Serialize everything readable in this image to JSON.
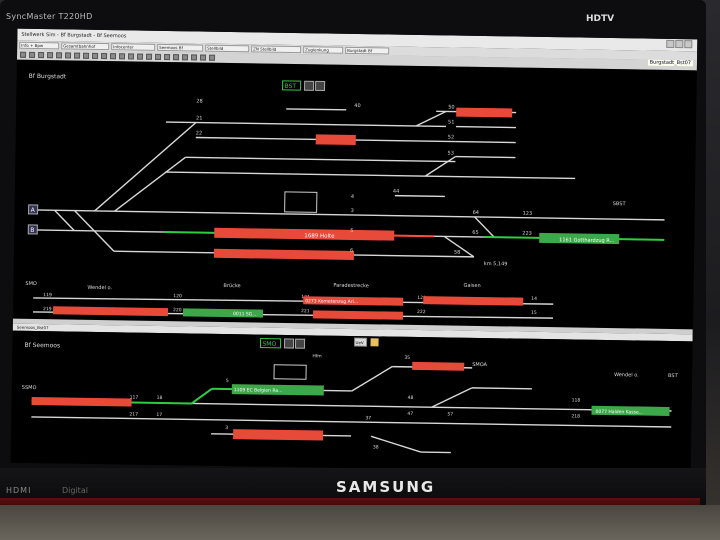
{
  "monitor": {
    "model": "SyncMaster T220HD",
    "badge": "HDTV",
    "brand": "SAMSUNG",
    "port_label": "HDMI",
    "port_label2": "Digital"
  },
  "app": {
    "titlebar": "Stellwerk Sim - Bf Burgstadt - Bf Seemoos",
    "tabs": [
      "Info + Bpw",
      "Gesamtbahnhof",
      "Infocenter",
      "Seemoos Bf",
      "Stellbild",
      "ZN Stellbild",
      "Zuglenkung",
      "Burgstadt Bf"
    ],
    "station_badge": "Burgstadt_Bst07",
    "panel2_title": "Seemoos_Bst07"
  },
  "panel1": {
    "station": "Bf Burgstadt",
    "code": "BST",
    "code_far": "SBST",
    "entry_a": "A",
    "entry_b": "B",
    "km_label": "km 5,149",
    "tracks": [
      "28",
      "21",
      "22",
      "40",
      "50",
      "51",
      "52",
      "53",
      "44",
      "3",
      "4",
      "5",
      "6",
      "58",
      "64",
      "65",
      "123",
      "223"
    ],
    "trains": [
      {
        "id": "p1-train-1",
        "label": "1689 Holte",
        "color": "#e84a3a"
      },
      {
        "id": "p1-train-2",
        "label": "1161 Gotthardzug R...",
        "color": "#3da84a"
      },
      {
        "id": "p1-train-3",
        "label": "",
        "color": "#e84a3a"
      }
    ],
    "line": {
      "left": "SMO",
      "labels": [
        "Wendel o.",
        "Brücke",
        "Paradestrecke",
        "Gaisen"
      ],
      "blocks_top": [
        "119",
        "120",
        "121",
        "122",
        "14"
      ],
      "blocks_bottom": [
        "219",
        "220",
        "221",
        "222",
        "15"
      ],
      "trains": [
        {
          "label": "0011 SG...",
          "color": "#3da84a"
        },
        {
          "label": "0273 Kometenzug Ari...",
          "color": "#e84a3a"
        }
      ]
    }
  },
  "panel2": {
    "station": "Bf Seemoos",
    "code": "SMO",
    "code_left": "SSMO",
    "code_right": "BST",
    "small_label": "Hfm",
    "area_label": "SMOA",
    "wendel": "Wendel o.",
    "uv_label": "UeV",
    "tracks": [
      "35",
      "5",
      "3",
      "117",
      "18",
      "217",
      "17",
      "37",
      "38",
      "48",
      "47",
      "57",
      "118",
      "218"
    ],
    "trains": [
      {
        "label": "1109 EC Belgien Ra...",
        "color": "#3da84a"
      },
      {
        "label": "0077 Halden Kasse...",
        "color": "#3da84a"
      },
      {
        "label": "",
        "color": "#e84a3a"
      }
    ]
  }
}
